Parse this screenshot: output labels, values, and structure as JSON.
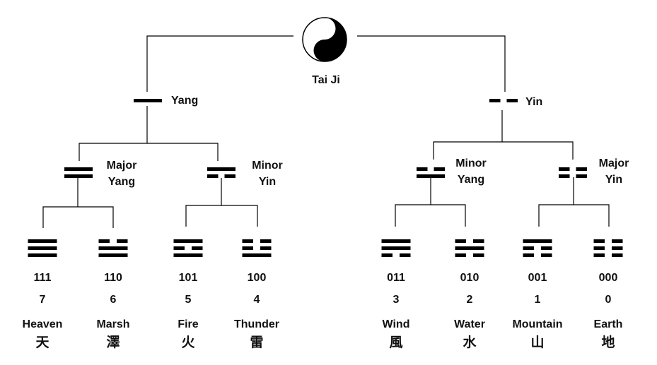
{
  "root": {
    "label": "Tai Ji",
    "icon": "yin-yang-icon"
  },
  "level1": [
    {
      "id": "yang",
      "label": "Yang",
      "lines": [
        1
      ]
    },
    {
      "id": "yin",
      "label": "Yin",
      "lines": [
        0
      ]
    }
  ],
  "level2": [
    {
      "id": "major-yang",
      "label_lines": [
        "Major",
        "Yang"
      ],
      "lines": [
        1,
        1
      ]
    },
    {
      "id": "minor-yin",
      "label_lines": [
        "Minor",
        "Yin"
      ],
      "lines": [
        1,
        0
      ]
    },
    {
      "id": "minor-yang",
      "label_lines": [
        "Minor",
        "Yang"
      ],
      "lines": [
        0,
        1
      ]
    },
    {
      "id": "major-yin",
      "label_lines": [
        "Major",
        "Yin"
      ],
      "lines": [
        0,
        0
      ]
    }
  ],
  "trigrams": [
    {
      "id": "heaven",
      "binary": "111",
      "number": "7",
      "name": "Heaven",
      "char": "天"
    },
    {
      "id": "marsh",
      "binary": "110",
      "number": "6",
      "name": "Marsh",
      "char": "澤"
    },
    {
      "id": "fire",
      "binary": "101",
      "number": "5",
      "name": "Fire",
      "char": "火"
    },
    {
      "id": "thunder",
      "binary": "100",
      "number": "4",
      "name": "Thunder",
      "char": "雷"
    },
    {
      "id": "wind",
      "binary": "011",
      "number": "3",
      "name": "Wind",
      "char": "風"
    },
    {
      "id": "water",
      "binary": "010",
      "number": "2",
      "name": "Water",
      "char": "水"
    },
    {
      "id": "mountain",
      "binary": "001",
      "number": "1",
      "name": "Mountain",
      "char": "山"
    },
    {
      "id": "earth",
      "binary": "000",
      "number": "0",
      "name": "Earth",
      "char": "地"
    }
  ],
  "colors": {
    "ink": "#111111",
    "line": "#000000",
    "background": "#ffffff"
  }
}
